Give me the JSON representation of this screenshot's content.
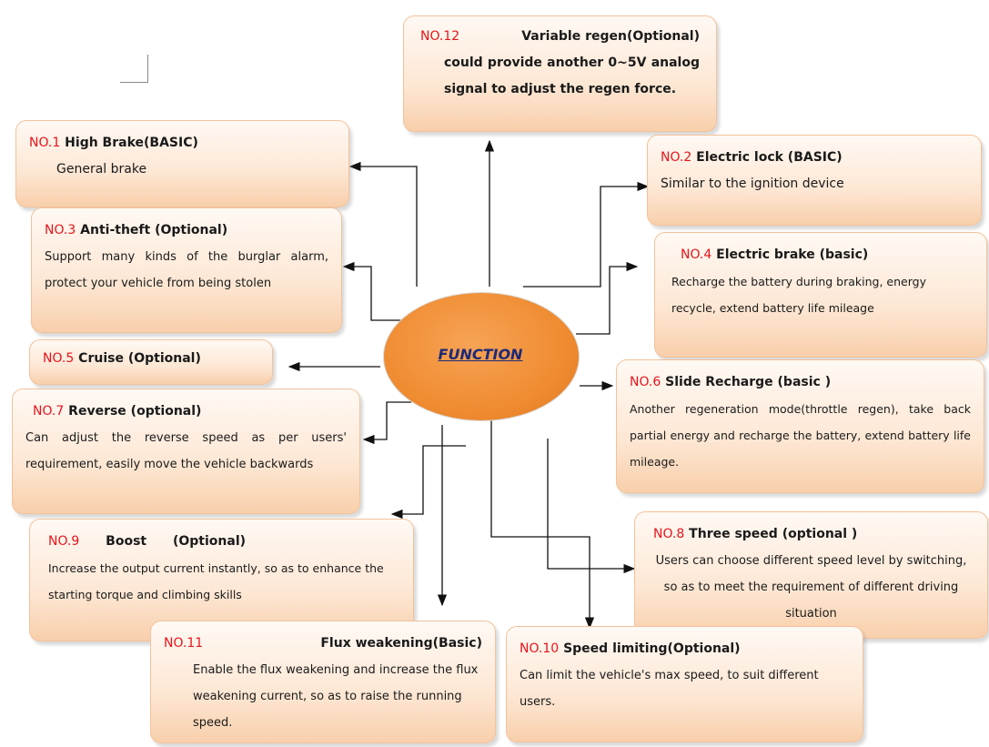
{
  "center": {
    "label": "FUNCTION"
  },
  "functions": [
    {
      "id": "no12",
      "number": "NO.12",
      "name": "Variable regen(Optional)",
      "desc": "could provide another 0~5V analog signal to adjust the regen force."
    },
    {
      "id": "no1",
      "number": "NO.1",
      "name": "High Brake(BASIC)",
      "desc": "General brake"
    },
    {
      "id": "no2",
      "number": "NO.2",
      "name": "Electric lock (BASIC)",
      "desc": "Similar to the ignition device"
    },
    {
      "id": "no3",
      "number": "NO.3",
      "name": "Anti-theft (Optional)",
      "desc": "Support many kinds of the burglar alarm, protect your vehicle from being stolen"
    },
    {
      "id": "no4",
      "number": "NO.4",
      "name": "Electric brake (basic)",
      "desc": "Recharge the battery during braking, energy recycle, extend battery life mileage"
    },
    {
      "id": "no5",
      "number": "NO.5",
      "name": "Cruise (Optional)",
      "desc": ""
    },
    {
      "id": "no6",
      "number": "NO.6",
      "name": "Slide Recharge (basic )",
      "desc": "Another regeneration mode(throttle regen), take back partial energy and recharge the battery, extend battery life mileage."
    },
    {
      "id": "no7",
      "number": "NO.7",
      "name": "Reverse (optional)",
      "desc": "Can adjust the reverse speed as per users' requirement, easily move the vehicle backwards"
    },
    {
      "id": "no9",
      "number": "NO.9",
      "name": "Boost (Optional)",
      "desc": "Increase the output current instantly, so as to enhance the starting torque and climbing skills"
    },
    {
      "id": "no8",
      "number": "NO.8",
      "name": "Three speed (optional )",
      "desc": "Users can choose different speed level by switching, so as to meet the requirement of different driving situation"
    },
    {
      "id": "no11",
      "number": "NO.11",
      "name": "Flux weakening(Basic)",
      "desc": "Enable the flux weakening and increase the flux weakening current, so as to raise the running speed."
    },
    {
      "id": "no10",
      "number": "NO.10",
      "name": "Speed limiting(Optional)",
      "desc": "Can limit the vehicle's max speed, to suit different users."
    }
  ]
}
